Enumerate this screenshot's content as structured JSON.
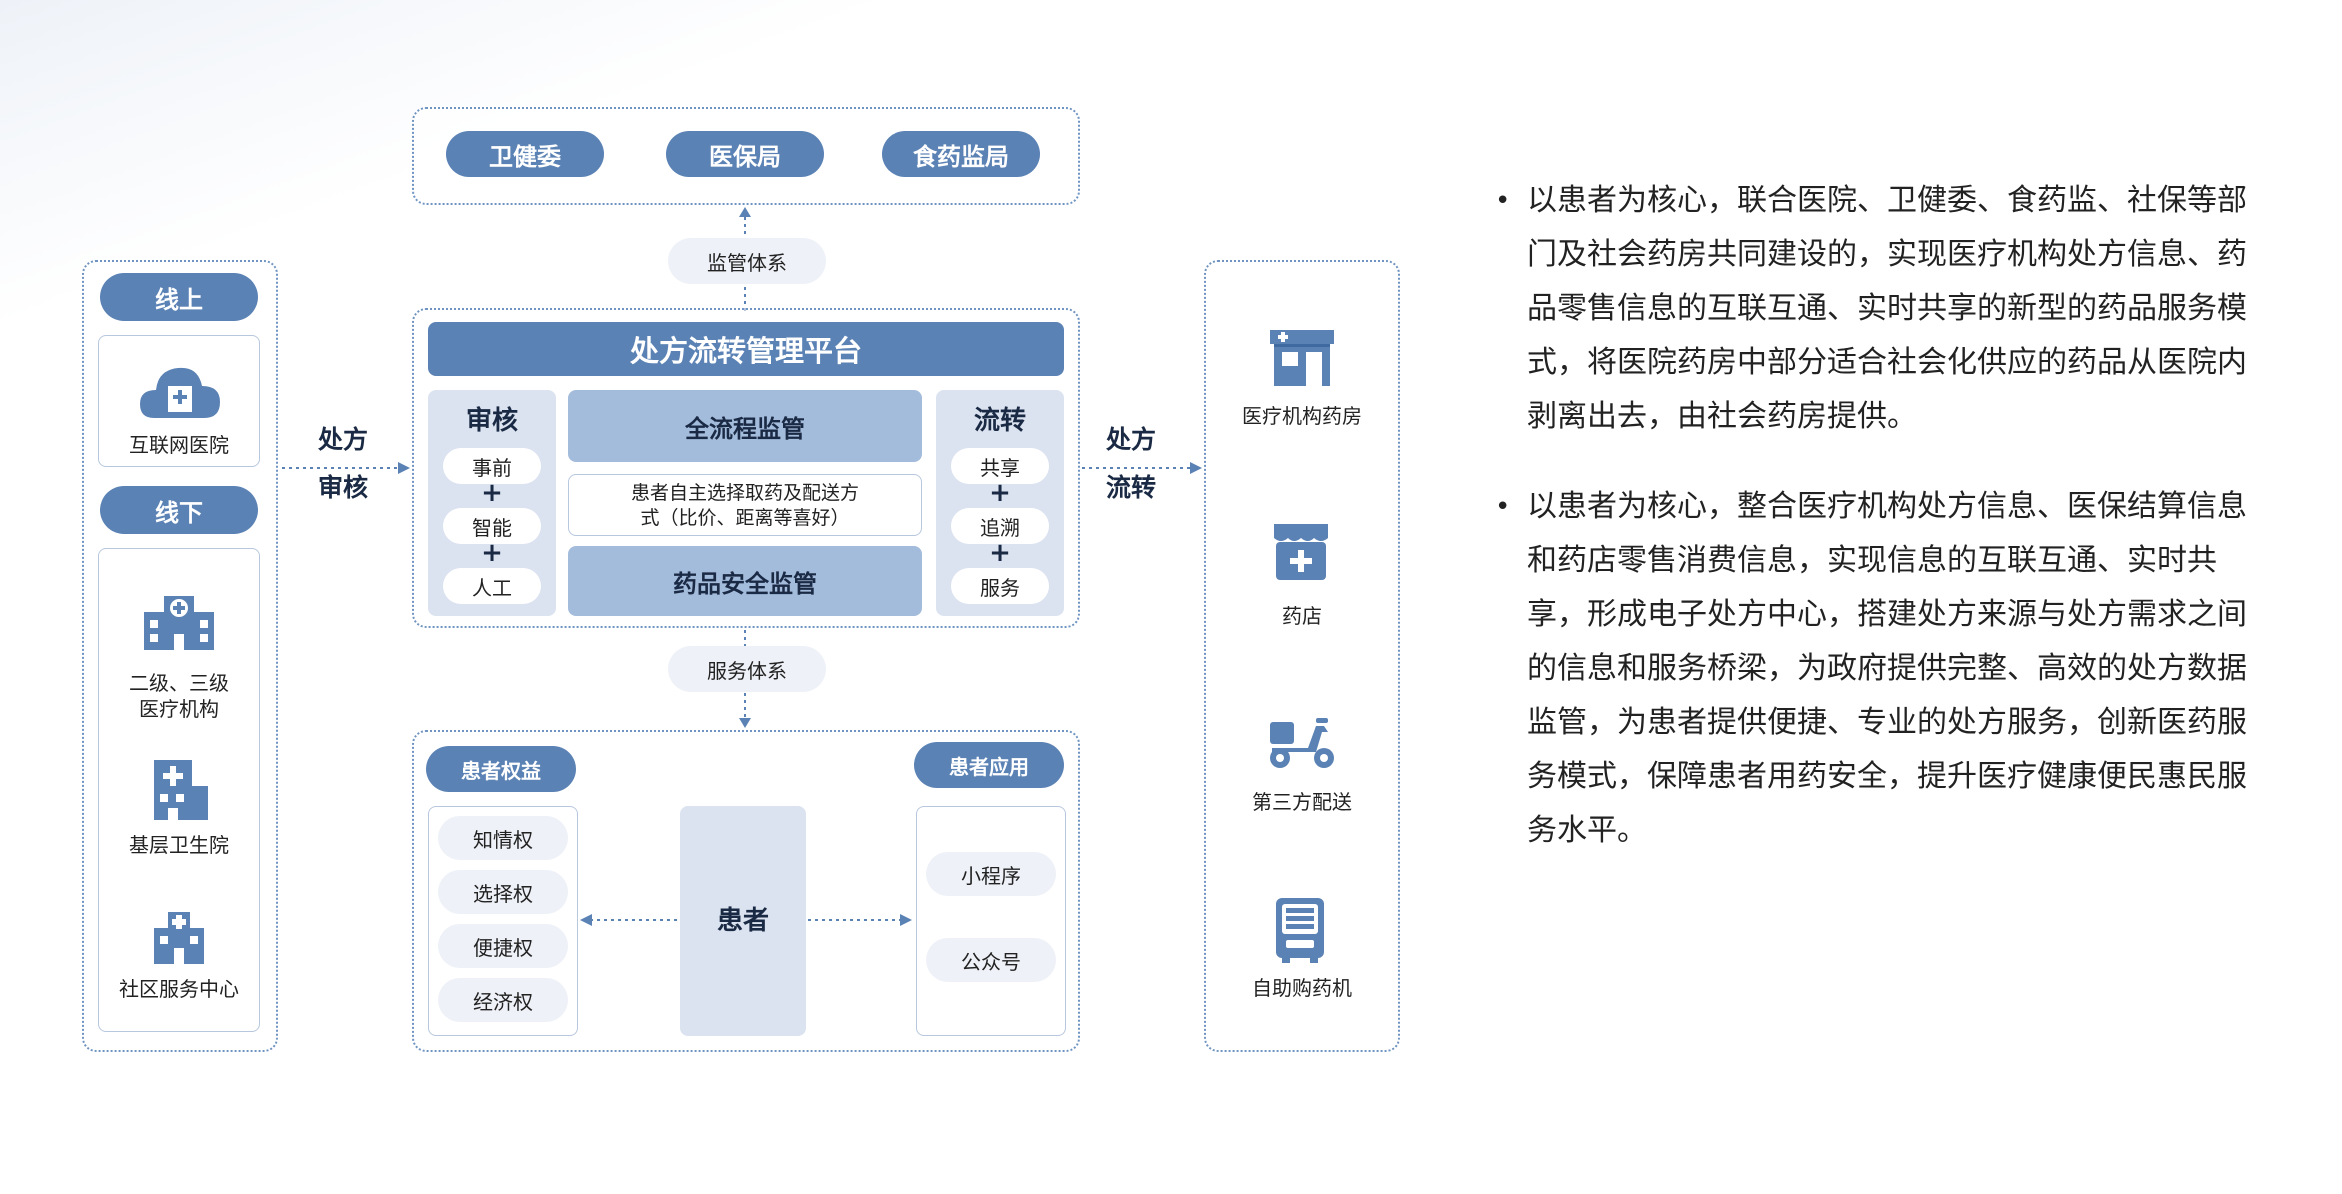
{
  "top": {
    "boxes": [
      "卫健委",
      "医保局",
      "食药监局"
    ]
  },
  "supervision_label": "监管体系",
  "service_label": "服务体系",
  "left": {
    "online_title": "线上",
    "online_items": [
      "互联网医院"
    ],
    "offline_title": "线下",
    "offline_items": [
      "二级、三级",
      "医疗机构",
      "基层卫生院",
      "社区服务中心"
    ]
  },
  "arrow_left": {
    "line1": "处方",
    "line2": "审核"
  },
  "arrow_right": {
    "line1": "处方",
    "line2": "流转"
  },
  "platform": {
    "title": "处方流转管理平台",
    "audit": {
      "title": "审核",
      "items": [
        "事前",
        "智能",
        "人工"
      ],
      "plus": "+"
    },
    "full_process": "全流程监管",
    "self_select": {
      "line1": "患者自主选择取药及配送方",
      "line2": "式（比价、距离等喜好）"
    },
    "drug_safety": "药品安全监管",
    "flow": {
      "title": "流转",
      "items": [
        "共享",
        "追溯",
        "服务"
      ],
      "plus": "+"
    }
  },
  "bottom": {
    "rights_title": "患者权益",
    "rights": [
      "知情权",
      "选择权",
      "便捷权",
      "经济权"
    ],
    "patient": "患者",
    "apps_title": "患者应用",
    "apps": [
      "小程序",
      "公众号"
    ]
  },
  "right": {
    "items": [
      "医疗机构药房",
      "药店",
      "第三方配送",
      "自助购药机"
    ]
  },
  "bullets": [
    "以患者为核心，联合医院、卫健委、食药监、社保等部门及社会药房共同建设的，实现医疗机构处方信息、药品零售信息的互联互通、实时共享的新型的药品服务模式，将医院药房中部分适合社会化供应的药品从医院内剥离出去，由社会药房提供。",
    "以患者为核心，整合医疗机构处方信息、医保结算信息和药店零售消费信息，实现信息的互联互通、实时共享，形成电子处方中心，搭建处方来源与处方需求之间的信息和服务桥梁，为政府提供完整、高效的处方数据监管，为患者提供便捷、专业的处方服务，创新医药服务模式，保障患者用药安全，提升医疗健康便民惠民服务水平。"
  ],
  "colors": {
    "primary": "#5b82b5",
    "light": "#dbe3f0",
    "mid": "#a4bcdc",
    "dotted": "#6f94c2"
  },
  "icons": [
    "hospital-cloud-icon",
    "hospital-building-icon",
    "clinic-icon",
    "community-center-icon",
    "pharmacy-icon",
    "store-icon",
    "scooter-icon",
    "vending-machine-icon"
  ]
}
